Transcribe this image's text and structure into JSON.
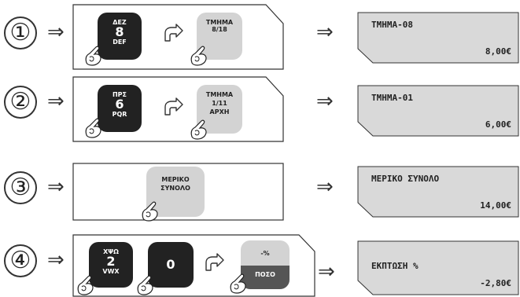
{
  "arrow_symbol": "⇒",
  "steps": [
    {
      "number": "①",
      "keys": [
        {
          "top": "ΔΕΖ",
          "big": "8",
          "bottom": "DEF"
        },
        {
          "top": "ΤΜΗΜΑ",
          "big": "",
          "bottom": "8/18"
        }
      ],
      "display": {
        "line1": "ΤΜΗΜΑ-08",
        "line2": "8,00€"
      }
    },
    {
      "number": "②",
      "keys": [
        {
          "top": "ΠΡΣ",
          "big": "6",
          "bottom": "PQR"
        },
        {
          "top": "ΤΜΗΜΑ",
          "mid": "1/11",
          "bottom": "ΑΡΧΗ"
        }
      ],
      "display": {
        "line1": "ΤΜΗΜΑ-01",
        "line2": "6,00€"
      }
    },
    {
      "number": "③",
      "keys": [
        {
          "top": "ΜΕΡΙΚΟ",
          "bottom": "ΣΥΝΟΛΟ"
        }
      ],
      "display": {
        "line1": "ΜΕΡΙΚΟ ΣΥΝΟΛΟ",
        "line2": "14,00€"
      }
    },
    {
      "number": "④",
      "keys": [
        {
          "top": "ΧΨΩ",
          "big": "2",
          "bottom": "VWX"
        },
        {
          "big": "0"
        },
        {
          "top": "-%",
          "bottom": "ΠΟΣΟ"
        }
      ],
      "display": {
        "line1": "ΕΚΠΤΩΣΗ %",
        "line2": "-2,80€"
      }
    }
  ]
}
